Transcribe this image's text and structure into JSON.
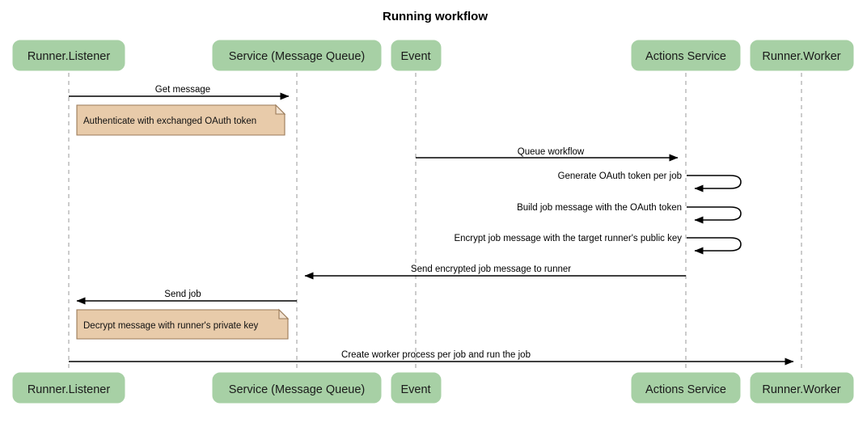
{
  "title": "Running workflow",
  "colors": {
    "participant_fill": "#a7d0a5",
    "note_fill": "#e8cbaa",
    "note_border": "#9a7a58",
    "lifeline": "#b0b0b0",
    "arrow": "#000000",
    "background": "#ffffff"
  },
  "participants": [
    {
      "id": "runner-listener",
      "label": "Runner.Listener"
    },
    {
      "id": "service-message-queue",
      "label": "Service (Message Queue)"
    },
    {
      "id": "event",
      "label": "Event"
    },
    {
      "id": "actions-service",
      "label": "Actions Service"
    },
    {
      "id": "runner-worker",
      "label": "Runner.Worker"
    }
  ],
  "messages": [
    {
      "id": "get-message",
      "label": "Get message",
      "from": "runner-listener",
      "to": "service-message-queue",
      "kind": "arrow",
      "direction": "right"
    },
    {
      "id": "queue-workflow",
      "label": "Queue workflow",
      "from": "event",
      "to": "actions-service",
      "kind": "arrow",
      "direction": "right"
    },
    {
      "id": "generate-oauth-token",
      "label": "Generate OAuth token per job",
      "from": "actions-service",
      "to": "actions-service",
      "kind": "self"
    },
    {
      "id": "build-job-message",
      "label": "Build job message with the OAuth token",
      "from": "actions-service",
      "to": "actions-service",
      "kind": "self"
    },
    {
      "id": "encrypt-job-message",
      "label": "Encrypt job message with the target runner's public key",
      "from": "actions-service",
      "to": "actions-service",
      "kind": "self"
    },
    {
      "id": "send-encrypted-job-message",
      "label": "Send encrypted job message to runner",
      "from": "actions-service",
      "to": "service-message-queue",
      "kind": "arrow",
      "direction": "left"
    },
    {
      "id": "send-job",
      "label": "Send job",
      "from": "service-message-queue",
      "to": "runner-listener",
      "kind": "arrow",
      "direction": "left"
    },
    {
      "id": "create-worker-process",
      "label": "Create worker process per job and run the job",
      "from": "runner-listener",
      "to": "runner-worker",
      "kind": "arrow",
      "direction": "right"
    }
  ],
  "notes": [
    {
      "id": "note-authenticate",
      "label": "Authenticate with exchanged OAuth token",
      "over": "runner-listener"
    },
    {
      "id": "note-decrypt",
      "label": "Decrypt message with runner's private key",
      "over": "runner-listener"
    }
  ]
}
